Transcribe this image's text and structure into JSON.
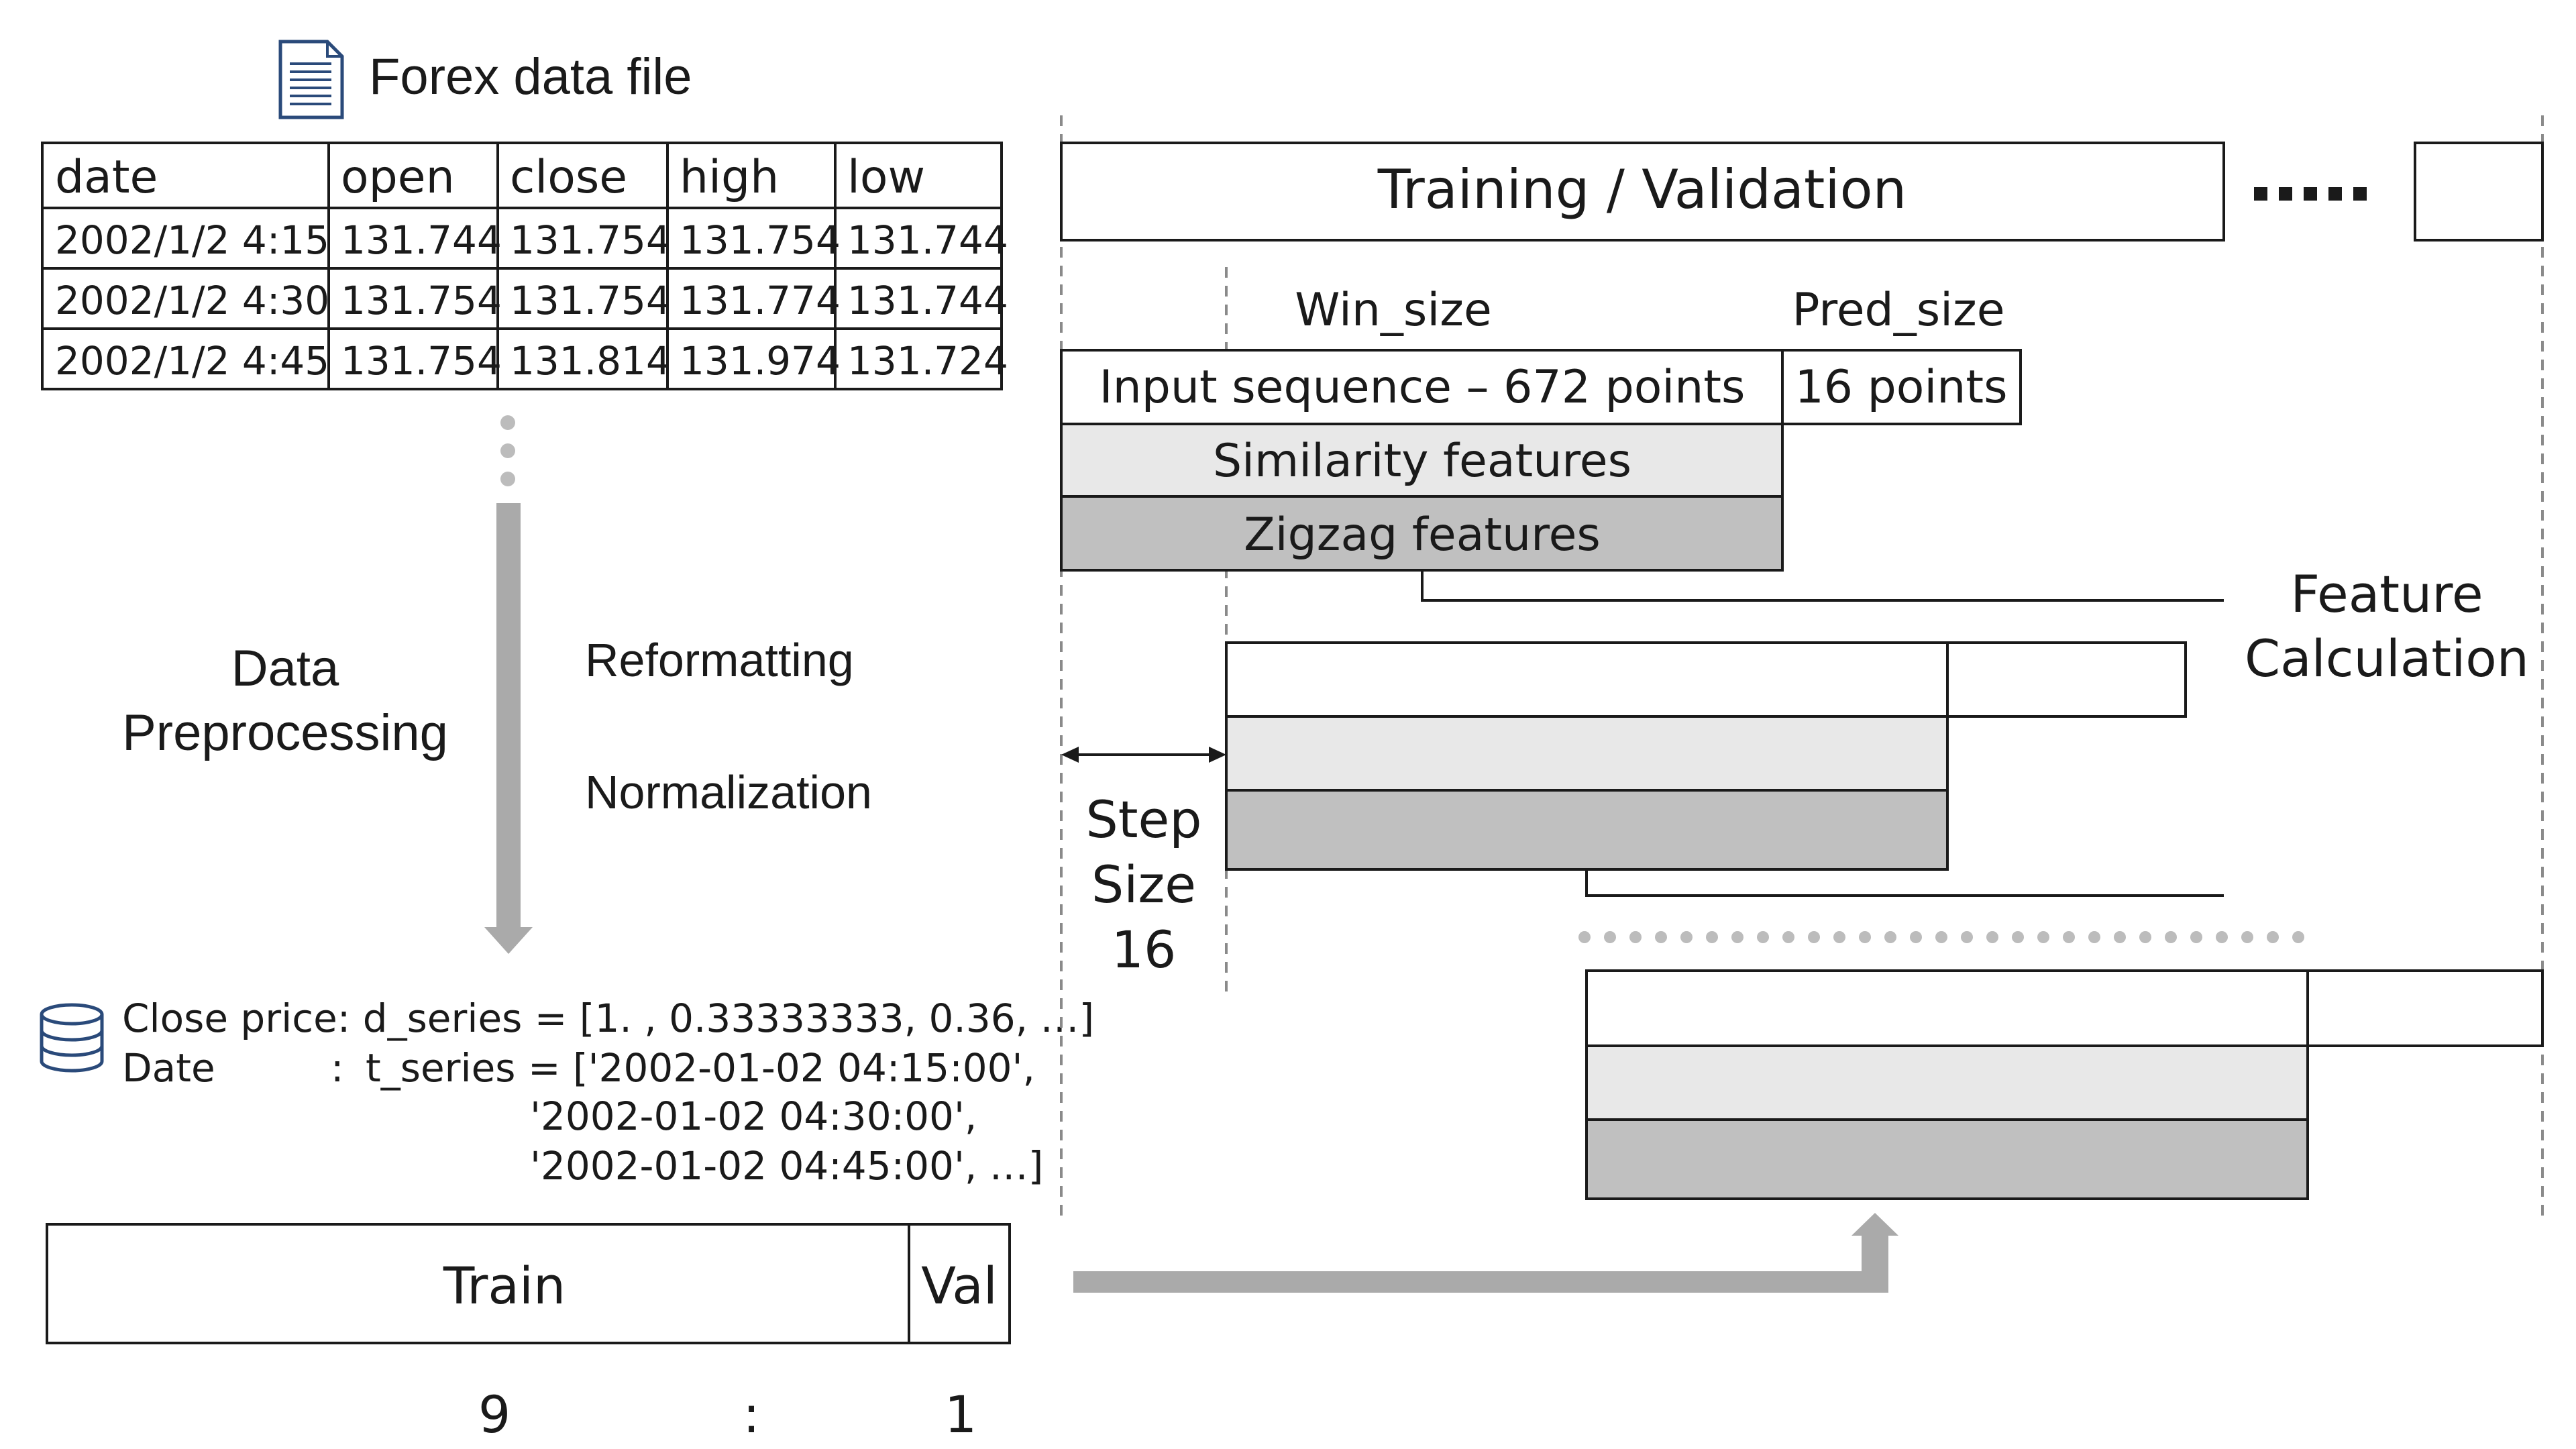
{
  "file_title": "Forex data file",
  "table": {
    "headers": [
      "date",
      "open",
      "close",
      "high",
      "low"
    ],
    "rows": [
      [
        "2002/1/2 4:15",
        "131.744",
        "131.754",
        "131.754",
        "131.744"
      ],
      [
        "2002/1/2 4:30",
        "131.754",
        "131.754",
        "131.774",
        "131.744"
      ],
      [
        "2002/1/2 4:45",
        "131.754",
        "131.814",
        "131.974",
        "131.724"
      ]
    ]
  },
  "preprocessing": {
    "title_line1": "Data",
    "title_line2": "Preprocessing",
    "step1": "Reformatting",
    "step2": "Normalization"
  },
  "series": {
    "line1": "Close price: d_series = [1. , 0.33333333, 0.36, …]",
    "line2_label": "Date",
    "line2_sep": ":",
    "line2_value": "t_series = ['2002-01-02 04:15:00',",
    "line3": "'2002-01-02 04:30:00',",
    "line4": "'2002-01-02 04:45:00', …]"
  },
  "split": {
    "train_label": "Train",
    "val_label": "Val",
    "train_ratio": "9",
    "separator": ":",
    "val_ratio": "1"
  },
  "windowing": {
    "training_validation": "Training / Validation",
    "ellipsis": "▪▪▪▪▪",
    "win_size": "Win_size",
    "pred_size": "Pred_size",
    "input_sequence": "Input sequence – 672 points",
    "pred_points": "16 points",
    "similarity_features": "Similarity features",
    "zigzag_features": "Zigzag features",
    "feature_calc_line1": "Feature",
    "feature_calc_line2": "Calculation",
    "step_line1": "Step",
    "step_line2": "Size",
    "step_line3": "16"
  },
  "colors": {
    "light_fill": "#e8e8e8",
    "dark_fill": "#c0c0c0",
    "arrow_gray": "#aaaaaa",
    "icon_blue": "#2a4a7a"
  }
}
